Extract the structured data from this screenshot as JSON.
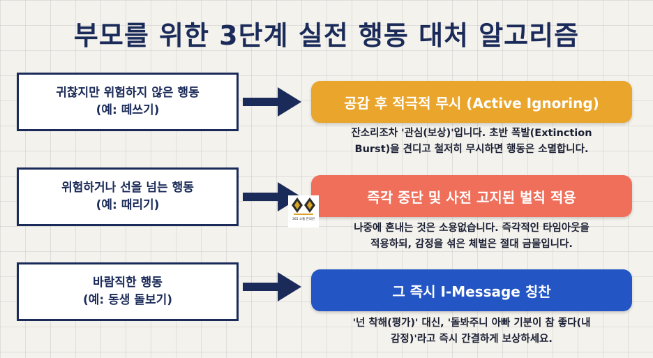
{
  "title": "부모를 위한 3단계 실전 행동 대처 알고리즘",
  "rows": [
    {
      "behavior_line1": "귀찮지만 위험하지 않은 행동",
      "behavior_line2": "(예: 떼쓰기)",
      "action": "공감 후 적극적 무시 (Active Ignoring)",
      "action_color": "#e9a52c",
      "desc_line1": "잔소리조차 '관심(보상)'입니다. 초반 폭발(Extinction",
      "desc_line2": "Burst)을 견디고 철저히 무시하면 행동은 소멸합니다."
    },
    {
      "behavior_line1": "위험하거나 선을 넘는 행동",
      "behavior_line2": "(예: 때리기)",
      "action": "즉각 중단 및 사전 고지된 벌칙 적용",
      "action_color": "#ef6f5b",
      "desc_line1": "나중에 혼내는 것은 소용없습니다. 즉각적인 타임아웃을",
      "desc_line2": "적용하되, 감정을 섞은 체벌은 절대 금물입니다."
    },
    {
      "behavior_line1": "바람직한 행동",
      "behavior_line2": "(예: 동생 돌보기)",
      "action": "그 즉시 I-Message 칭찬",
      "action_color": "#2356c4",
      "desc_line1": "'넌 착해(평가)' 대신, '돌봐주니 아빠 기분이 참 좋다(내",
      "desc_line2": "감정)'라고 즉시 간결하게 보상하세요."
    }
  ],
  "logo": {
    "caption": "365 소통 한의원"
  },
  "colors": {
    "navy": "#1b2b59"
  }
}
